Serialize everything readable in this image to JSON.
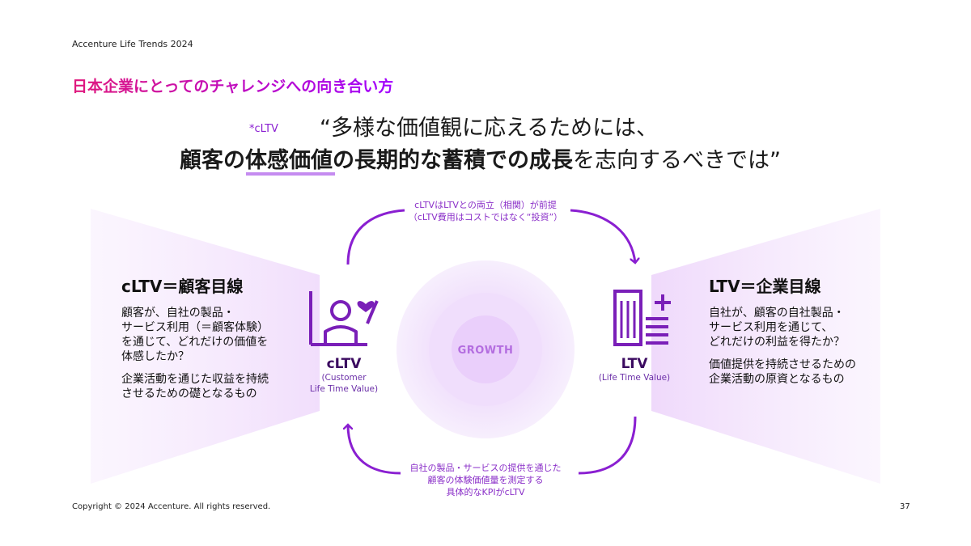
{
  "header": {
    "brand": "Accenture Life Trends 2024",
    "subtitle": "日本企業にとってのチャレンジへの向き合い方"
  },
  "quote": {
    "line1": "“多様な価値観に応えるためには、",
    "line2_bold1": "顧客の",
    "line2_bold2": "体感価値",
    "line2_bold3": "の長期的な蓄積での成長",
    "line2_regular": "を志向するべきでは”",
    "annotation": "*cLTV"
  },
  "left_panel": {
    "title": "cLTV＝顧客目線",
    "desc1": [
      "顧客が、自社の製品・",
      "サービス利用（＝顧客体験）",
      "を通じて、どれだけの価値を",
      "体感したか？"
    ],
    "desc2": [
      "企業活動を通じた収益を持続",
      "させるための礎となるもの"
    ]
  },
  "right_panel": {
    "title": "LTV＝企業目線",
    "desc1": [
      "自社が、顧客の自社製品・",
      "サービス利用を通じて、",
      "どれだけの利益を得たか？"
    ],
    "desc2": [
      "価値提供を持続させるための",
      "企業活動の原資となるもの"
    ]
  },
  "cycle": {
    "center": "GROWTH",
    "cltv_label": "cLTV",
    "cltv_sub": [
      "(Customer",
      "Life Time Value)"
    ],
    "ltv_label": "LTV",
    "ltv_sub": [
      "(Life Time Value)"
    ],
    "top_note": [
      "cLTVはLTVとの両立（相関）が前提",
      "（cLTV費用はコストではなく“投資”）"
    ],
    "bottom_note": [
      "自社の製品・サービスの提供を通じた",
      "顧客の体験価値量を測定する",
      "具体的なKPIがcLTV"
    ]
  },
  "footer": {
    "copyright": "Copyright © 2024 Accenture. All rights reserved.",
    "page": "37"
  },
  "colors": {
    "accent_purple": "#a100ff",
    "accent_pink": "#e0187c",
    "icon_purple": "#7a1fb8"
  }
}
